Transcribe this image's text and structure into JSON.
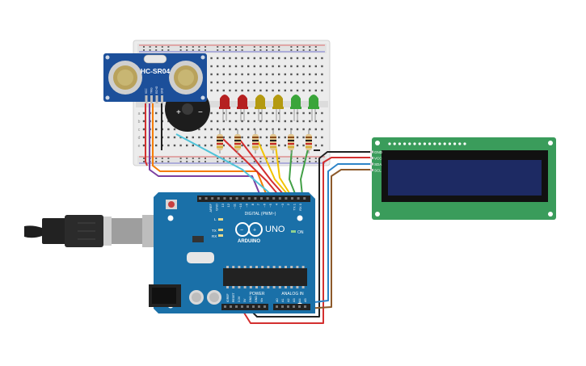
{
  "sensor": {
    "model": "HC-SR04",
    "pin_labels": [
      "VCC",
      "TRIG",
      "ECHO",
      "GND"
    ]
  },
  "buzzer": {
    "plus": "+",
    "minus": "−"
  },
  "arduino": {
    "brand": "ARDUINO",
    "model": "UNO",
    "digital_label": "DIGITAL (PWM~)",
    "power_label": "POWER",
    "analog_label": "ANALOG IN",
    "on_label": "ON",
    "tx_label": "TX",
    "rx_label": "RX",
    "l_label": "L",
    "top_header_labels": [
      "AREF",
      "GND",
      "13",
      "12",
      "~11",
      "~10",
      "~9",
      "8",
      "7",
      "~6",
      "~5",
      "4",
      "~3",
      "2",
      "TX 1",
      "RX 0"
    ],
    "power_pin_labels": [
      "IOREF",
      "RESET",
      "3.3V",
      "5V",
      "GND",
      "GND",
      "Vin"
    ],
    "analog_pin_labels": [
      "A0",
      "A1",
      "A2",
      "A3",
      "A4",
      "A5"
    ]
  },
  "lcd": {
    "pin_labels": [
      "GND",
      "VCC",
      "SDA",
      "SCL"
    ]
  },
  "breadboard": {
    "row_letters": [
      "a",
      "b",
      "c",
      "d",
      "e"
    ]
  },
  "colors": {
    "arduino_blue": "#1a70a8",
    "lcd_board": "#3a9c5b",
    "lcd_screen": "#1d2a63",
    "sensor_blue": "#1c4f9a",
    "wire_red": "#d32f2f",
    "wire_black": "#222222",
    "wire_orange": "#f57c00",
    "wire_purple": "#7b3fa0",
    "wire_cyan": "#4fc3d9",
    "wire_yellow": "#f2c300",
    "wire_green": "#43a047",
    "wire_brown": "#8d5a2b",
    "wire_blue": "#2d84c8",
    "led_red": "#b52020",
    "led_yellow": "#b49a10",
    "led_green": "#3aa53a"
  },
  "icons": [
    "usb-cable-icon",
    "reset-button-icon",
    "power-jack-icon"
  ]
}
